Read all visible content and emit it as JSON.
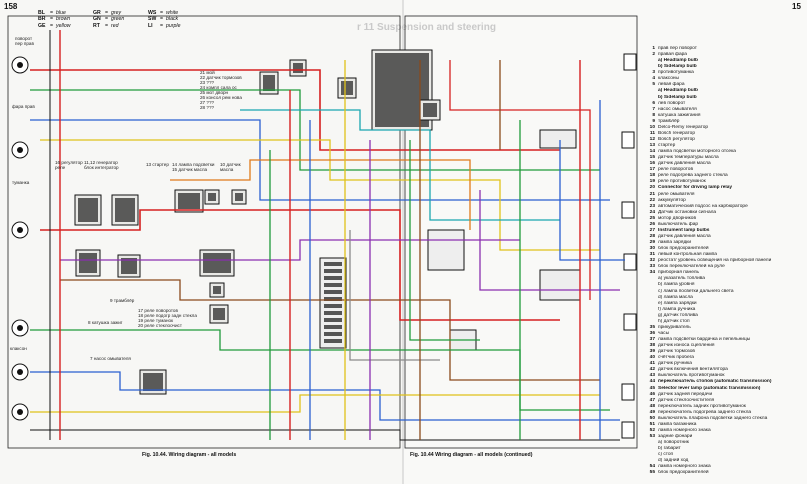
{
  "page_left_number": "158",
  "page_right_number": "15",
  "header_ghost": "r 11 Suspension and steering",
  "color_legend": [
    [
      {
        "code": "BL",
        "name": "blue"
      },
      {
        "code": "GR",
        "name": "grey"
      },
      {
        "code": "WS",
        "name": "white"
      }
    ],
    [
      {
        "code": "BR",
        "name": "brown"
      },
      {
        "code": "GN",
        "name": "green"
      },
      {
        "code": "SW",
        "name": "black"
      }
    ],
    [
      {
        "code": "GE",
        "name": "yellow"
      },
      {
        "code": "RT",
        "name": "red"
      },
      {
        "code": "LI",
        "name": "purple"
      }
    ]
  ],
  "left_labels": [
    {
      "id": "turn-front",
      "text": "поворот\nпер прав"
    },
    {
      "id": "headlamp-right",
      "text": "фара прав"
    },
    {
      "id": "foglamp",
      "text": "туманка"
    },
    {
      "id": "horns",
      "text": "клаксон"
    },
    {
      "id": "gen-label",
      "text": "11,12 генератор\nблок интегратор"
    },
    {
      "id": "reg-label",
      "text": "16 регулятор\nреле"
    },
    {
      "id": "starter",
      "text": "13 стартер"
    },
    {
      "id": "lamp-check",
      "text": "14 лампа подсветки\n15 датчик масла"
    },
    {
      "id": "oil-sensor",
      "text": "10 датчик\nмасла"
    },
    {
      "id": "relays",
      "text": "17 реле поворотов\n18 реле подогр задн стекла\n19 реле туманок\n20 реле стеклоочист"
    },
    {
      "id": "coil",
      "text": "8 катушка зажиг"
    },
    {
      "id": "washer",
      "text": "7 насос омывателя"
    },
    {
      "id": "distributor",
      "text": "9 трамблёр"
    },
    {
      "id": "top-list",
      "text": "21 мой\n22 датчик тормозов\n23 ???\n24 компл сала ос\n25 мот дворн\n26 консол рем нова\n27 ???\n28 ???"
    }
  ],
  "captions": [
    {
      "id": "caption-left",
      "text": "Fig. 10.44. Wiring diagram - all models"
    },
    {
      "id": "caption-right",
      "text": "Fig. 10.44 Wiring diagram - all models (continued)"
    }
  ],
  "key": [
    {
      "no": "1",
      "text": "прав пер поворот"
    },
    {
      "no": "2",
      "text": "правая фара"
    },
    {
      "no": "",
      "text": "a) Headlamp bulb",
      "bold": true
    },
    {
      "no": "",
      "text": "b) Sidelamp bulb",
      "bold": true
    },
    {
      "no": "3",
      "text": "противотуманка"
    },
    {
      "no": "4",
      "text": "клаксоны"
    },
    {
      "no": "5",
      "text": "левая фара"
    },
    {
      "no": "",
      "text": "a) Headlamp bulb",
      "bold": true
    },
    {
      "no": "",
      "text": "b) Sidelamp bulb",
      "bold": true
    },
    {
      "no": "6",
      "text": "лев поворот"
    },
    {
      "no": "7",
      "text": "насос омывателя"
    },
    {
      "no": "8",
      "text": "катушка зажигания"
    },
    {
      "no": "9",
      "text": "трамблёр"
    },
    {
      "no": "10",
      "text": "Delco-Remy генератор"
    },
    {
      "no": "11",
      "text": "Bosch генератор"
    },
    {
      "no": "12",
      "text": "Bosch регулятор"
    },
    {
      "no": "13",
      "text": "стартер"
    },
    {
      "no": "14",
      "text": "лампа подсветки моторного отсека"
    },
    {
      "no": "15",
      "text": "датчик температуры масла"
    },
    {
      "no": "16",
      "text": "датчик давления масла"
    },
    {
      "no": "17",
      "text": "реле поворотов"
    },
    {
      "no": "18",
      "text": "реле подогрева заднего стекла"
    },
    {
      "no": "19",
      "text": "реле противотуманок"
    },
    {
      "no": "20",
      "text": "Connector for driving lamp relay",
      "bold": true
    },
    {
      "no": "21",
      "text": "реле омывателя"
    },
    {
      "no": "22",
      "text": "аккумулятор"
    },
    {
      "no": "23",
      "text": "автоматический подсос на карбюраторе"
    },
    {
      "no": "24",
      "text": "Датчик остановки сигнала"
    },
    {
      "no": "25",
      "text": "мотор дворников"
    },
    {
      "no": "26",
      "text": "выключатель фар"
    },
    {
      "no": "27",
      "text": "Instrument lamp bulbs",
      "bold": true
    },
    {
      "no": "28",
      "text": "датчик давления масла"
    },
    {
      "no": "29",
      "text": "лампа зарядки"
    },
    {
      "no": "30",
      "text": "блок предохранителей"
    },
    {
      "no": "31",
      "text": "левый контрольная лампа"
    },
    {
      "no": "32",
      "text": "реостат/ уровень освещения на приборной панели"
    },
    {
      "no": "33",
      "text": "блок переключателей на руле"
    },
    {
      "no": "34",
      "text": "приборная панель"
    },
    {
      "no": "",
      "text": "a) указатель топлива"
    },
    {
      "no": "",
      "text": "b) лампа уровня"
    },
    {
      "no": "",
      "text": "c) лампа посветки дальнего света"
    },
    {
      "no": "",
      "text": "d) лампа масла"
    },
    {
      "no": "",
      "text": "e) лампа зарядки"
    },
    {
      "no": "",
      "text": "f) лампа ручника"
    },
    {
      "no": "",
      "text": "g) датчик топлива"
    },
    {
      "no": "",
      "text": "h) датчик стоп"
    },
    {
      "no": "35",
      "text": "прикуриватель"
    },
    {
      "no": "36",
      "text": "часы"
    },
    {
      "no": "37",
      "text": "лампа подсветки бардачка и пепельницы"
    },
    {
      "no": "38",
      "text": "датчик износа сцепления"
    },
    {
      "no": "39",
      "text": "датчик тормозов"
    },
    {
      "no": "40",
      "text": "счётчик пробега"
    },
    {
      "no": "41",
      "text": "датчик ручника"
    },
    {
      "no": "42",
      "text": "датчик включения вентилятора"
    },
    {
      "no": "43",
      "text": "выключатель противотуманок"
    },
    {
      "no": "44",
      "text": "переключатель стопов (automatic transmission)",
      "bold": true
    },
    {
      "no": "45",
      "text": "Selector lever lamp (automatic transmission)",
      "bold": true
    },
    {
      "no": "46",
      "text": "датчик задней передачи"
    },
    {
      "no": "47",
      "text": "датчик стеклоочистителя"
    },
    {
      "no": "48",
      "text": "переключатель задних противотуманок"
    },
    {
      "no": "49",
      "text": "переключатель подогрева заднего стекла"
    },
    {
      "no": "50",
      "text": "выключатель плафона подсветки заднего стекла"
    },
    {
      "no": "51",
      "text": "лампа багажника"
    },
    {
      "no": "52",
      "text": "лампа номерного знака"
    },
    {
      "no": "53",
      "text": "задние фонари"
    },
    {
      "no": "",
      "text": "a) поворотник"
    },
    {
      "no": "",
      "text": "b) габарит"
    },
    {
      "no": "",
      "text": "c) стоп"
    },
    {
      "no": "",
      "text": "d) задний ход"
    },
    {
      "no": "54",
      "text": "лампа номерного знака"
    },
    {
      "no": "55",
      "text": "блок предохранителей"
    }
  ],
  "wire_colors": {
    "red": "#d62020",
    "green": "#1f9a3a",
    "blue": "#2a5fd0",
    "yellow": "#e0c21a",
    "brown": "#8a4a1c",
    "purple": "#8a2fb0",
    "black": "#111111",
    "grey": "#8a8a8a",
    "cyan": "#1aa6b0",
    "orange": "#e07a1a"
  }
}
